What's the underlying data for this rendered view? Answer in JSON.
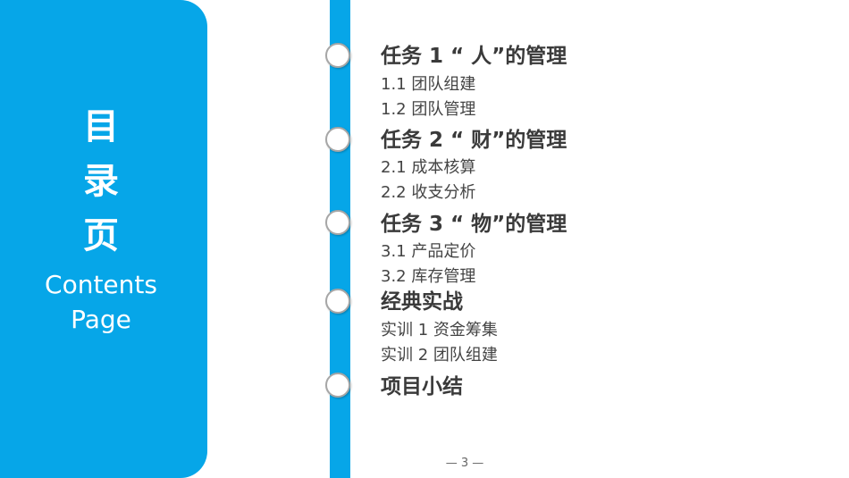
{
  "side": {
    "title_chars": [
      "目",
      "录",
      "页"
    ],
    "subtitle_lines": [
      "Contents",
      "Page"
    ]
  },
  "toc": {
    "sections": [
      {
        "heading": "任务 1 “ 人”的管理",
        "items": [
          "1.1  团队组建",
          "1.2  团队管理"
        ]
      },
      {
        "heading": "任务 2 “ 财”的管理",
        "items": [
          "2.1  成本核算",
          "2.2  收支分析"
        ]
      },
      {
        "heading": "任务 3 “ 物”的管理",
        "items": [
          "3.1  产品定价",
          "3.2  库存管理"
        ]
      },
      {
        "heading": "经典实战",
        "items": [
          "实训  1  资金筹集",
          "实训  2  团队组建"
        ]
      },
      {
        "heading": "项目小结",
        "items": []
      }
    ]
  },
  "footer": {
    "page_label": "— 3 —"
  },
  "colors": {
    "accent": "#06a6e8",
    "node_border": "#a6a6a6",
    "heading_text": "#3a3a3a"
  }
}
